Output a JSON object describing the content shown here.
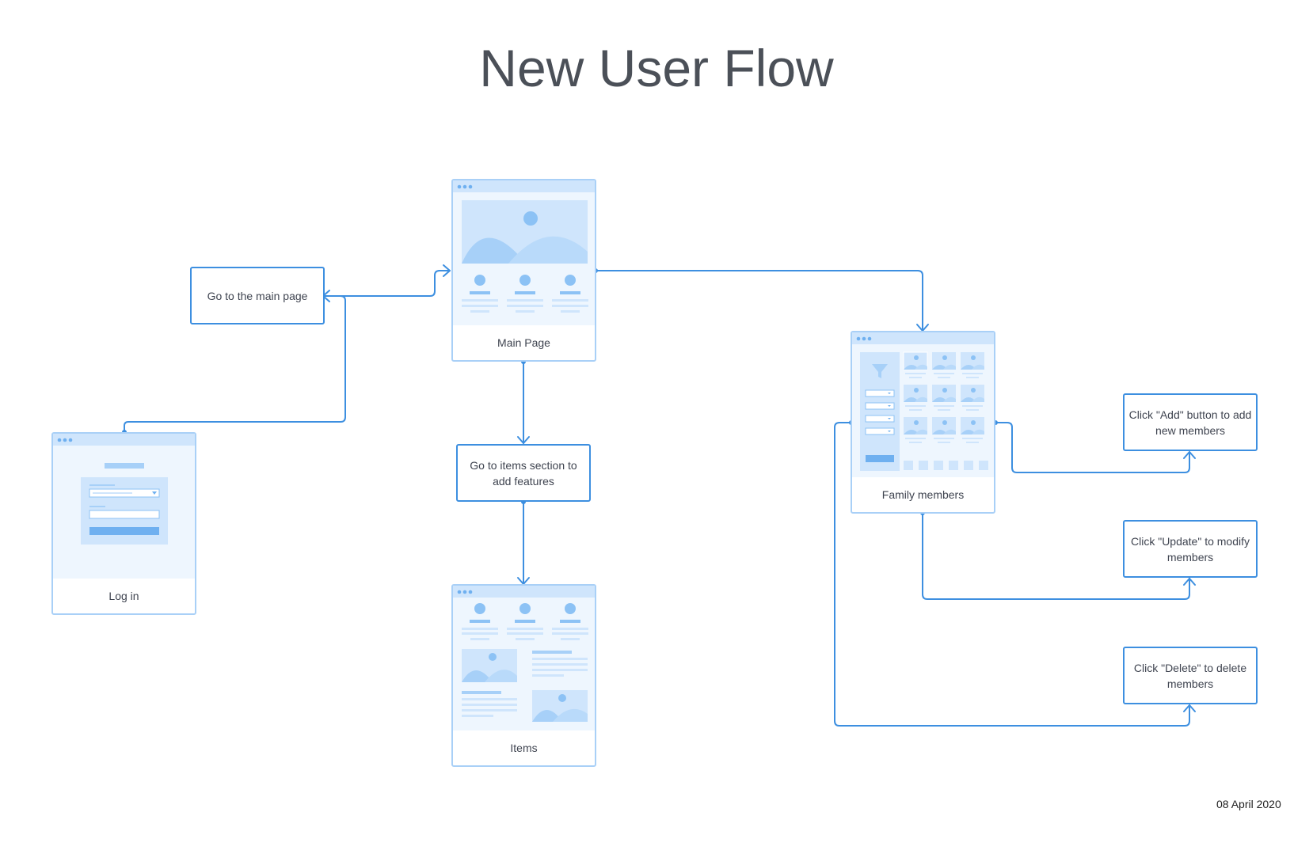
{
  "title": "New User Flow",
  "date": "08 April 2020",
  "screens": {
    "main_page": "Main Page",
    "log_in": "Log in",
    "items": "Items",
    "family_members": "Family members"
  },
  "steps": {
    "go_main": "Go to the main page",
    "go_items": "Go to items section to add features",
    "click_add": "Click \"Add\" button to add new members",
    "click_update": "Click \"Update\" to modify members",
    "click_delete": "Click \"Delete\" to delete members"
  },
  "colors": {
    "connector": "#3d8fe0",
    "screen_border": "#a9d0f7",
    "wire_fill": "#e8f2fd",
    "wire_accent": "#8cc2f5"
  }
}
